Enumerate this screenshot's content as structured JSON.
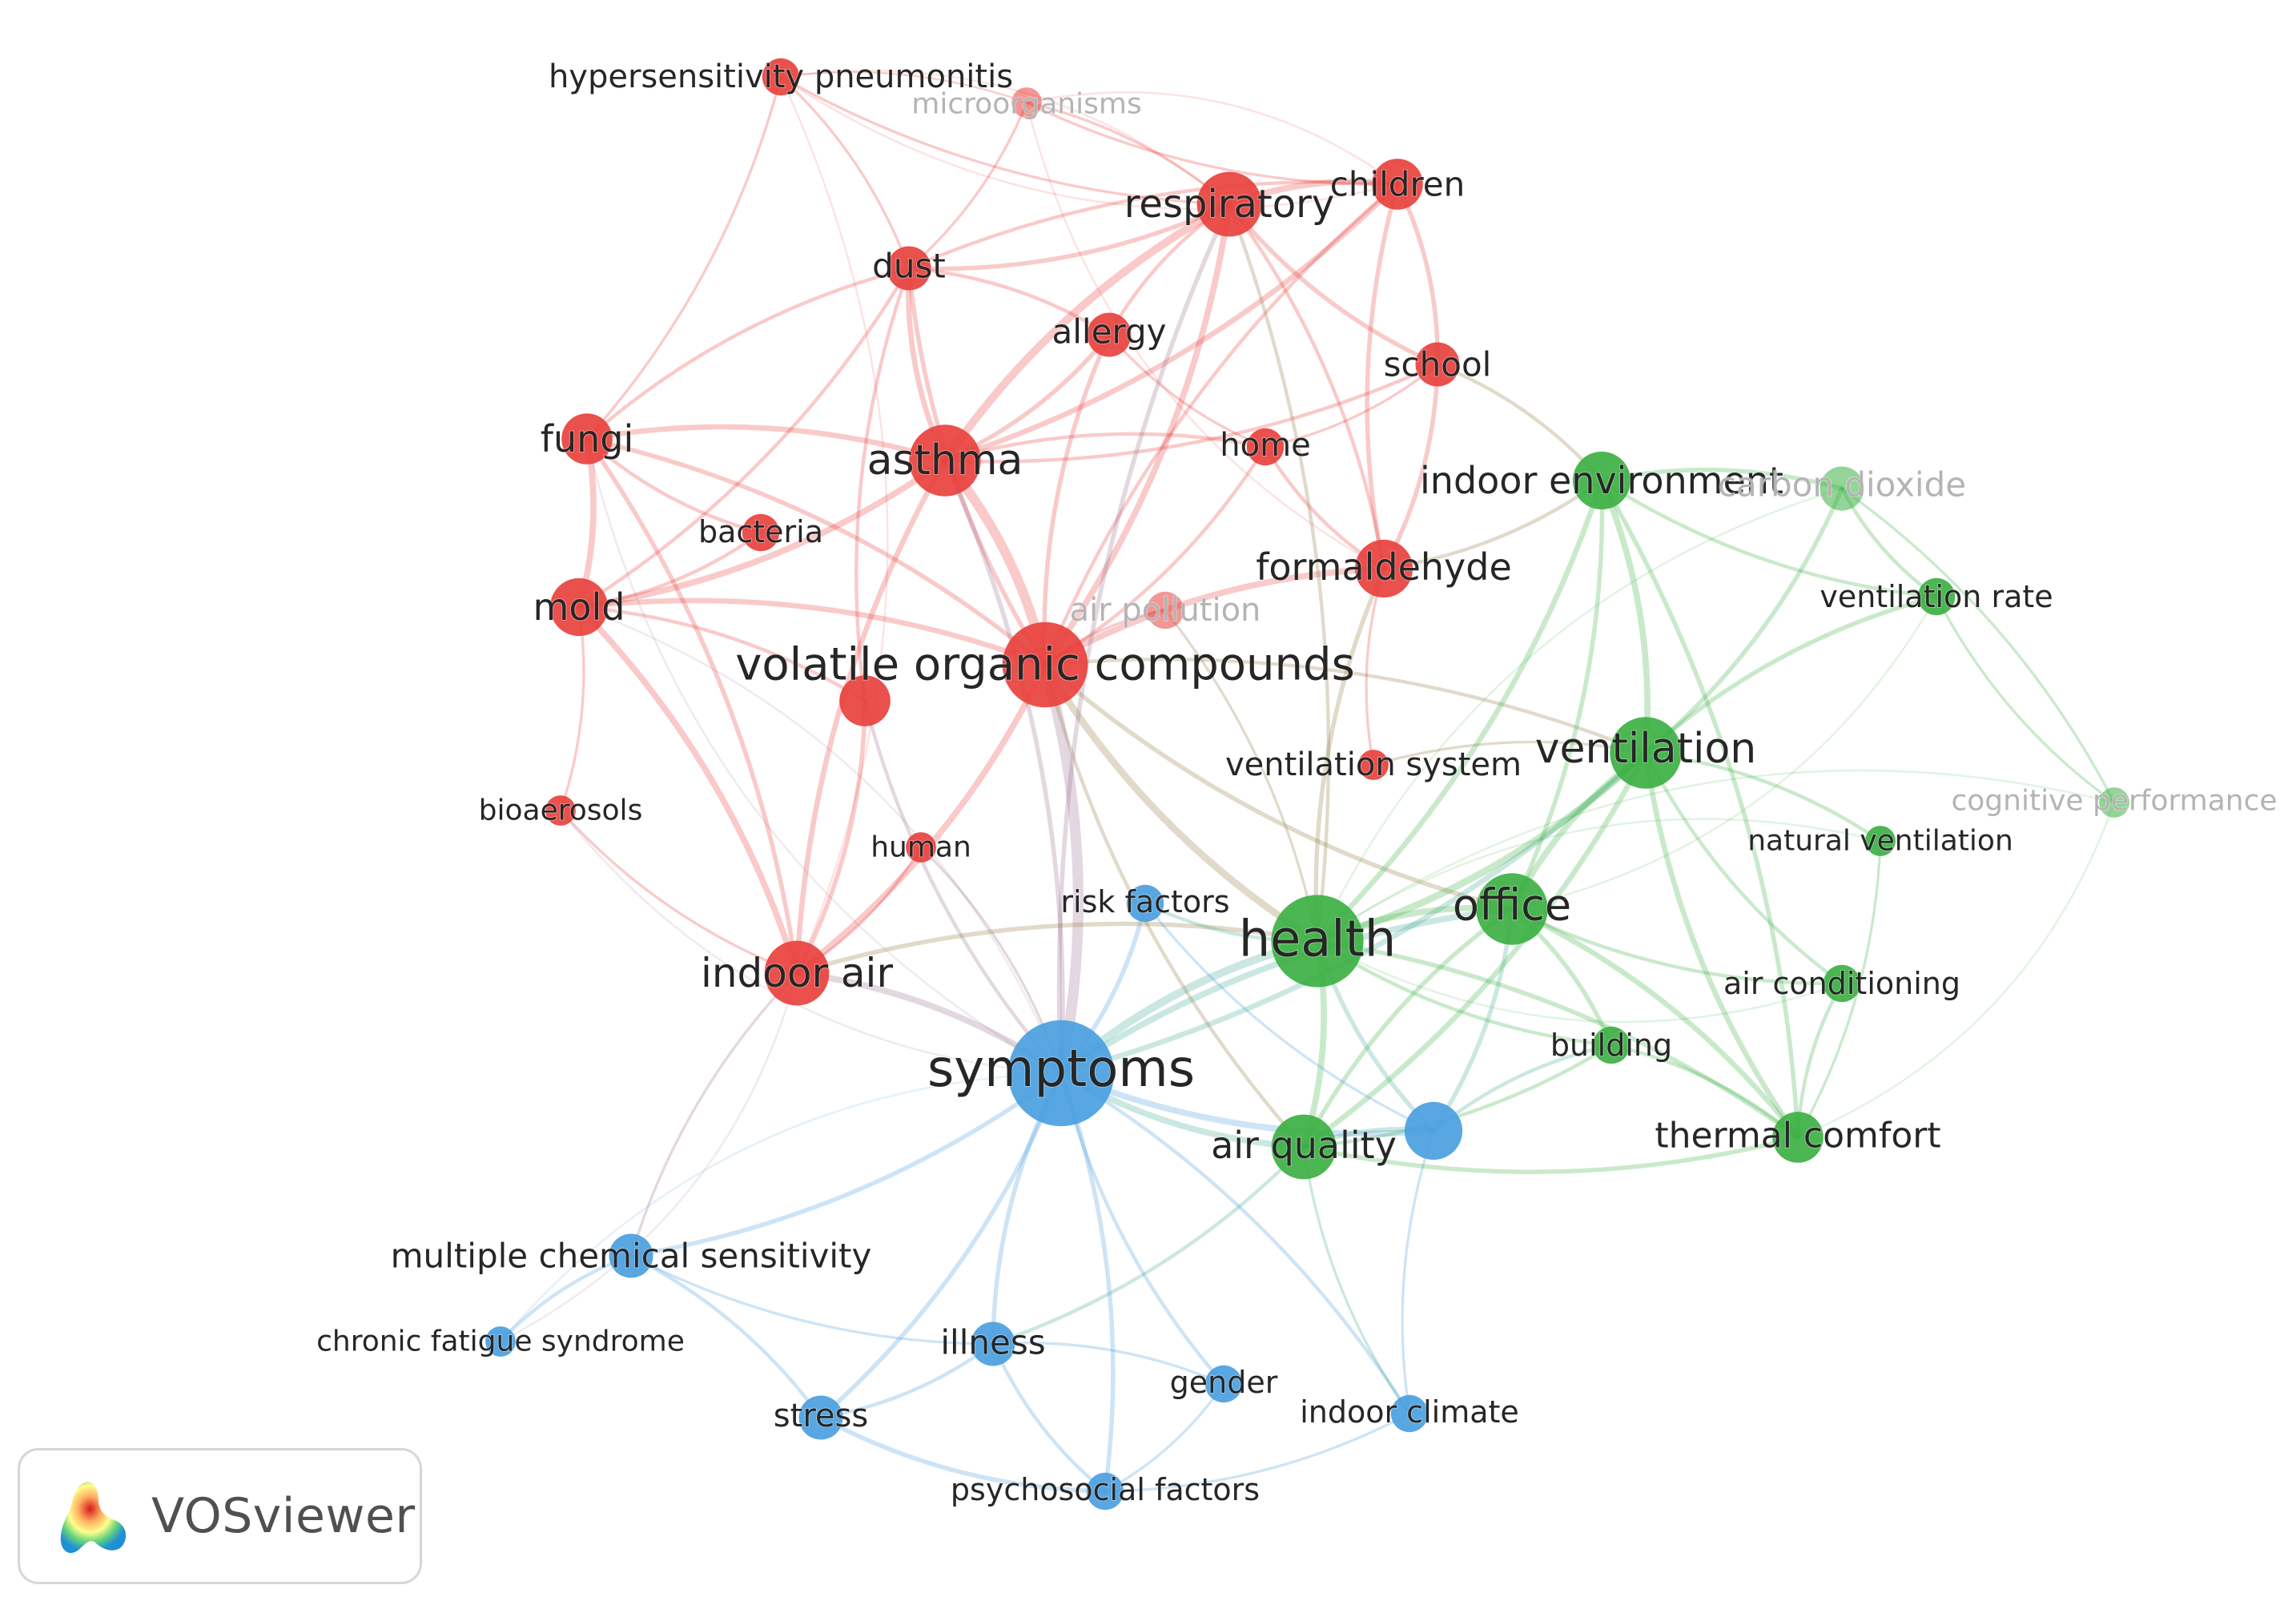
{
  "colors": {
    "cluster_red": "#e8413d",
    "cluster_green": "#3cb043",
    "cluster_blue": "#4a9fe0",
    "label_dark": "#262626",
    "label_faint": "#b4b4b4"
  },
  "logo": {
    "text": "VOSviewer",
    "icon": "vosviewer-logo-icon"
  },
  "nodes": [
    {
      "id": "hp",
      "label": "hypersensitivity pneumonitis",
      "cluster": "red",
      "size": 4,
      "faded": false
    },
    {
      "id": "micro",
      "label": "microorganisms",
      "cluster": "red",
      "size": 3,
      "faded": true
    },
    {
      "id": "resp",
      "label": "respiratory",
      "cluster": "red",
      "size": 8,
      "faded": false
    },
    {
      "id": "children",
      "label": "children",
      "cluster": "red",
      "size": 6,
      "faded": false
    },
    {
      "id": "dust",
      "label": "dust",
      "cluster": "red",
      "size": 5,
      "faded": false
    },
    {
      "id": "allergy",
      "label": "allergy",
      "cluster": "red",
      "size": 5,
      "faded": false
    },
    {
      "id": "school",
      "label": "school",
      "cluster": "red",
      "size": 5,
      "faded": false
    },
    {
      "id": "fungi",
      "label": "fungi",
      "cluster": "red",
      "size": 6,
      "faded": false
    },
    {
      "id": "asthma",
      "label": "asthma",
      "cluster": "red",
      "size": 9,
      "faded": false
    },
    {
      "id": "home",
      "label": "home",
      "cluster": "red",
      "size": 4,
      "faded": false
    },
    {
      "id": "bacteria",
      "label": "bacteria",
      "cluster": "red",
      "size": 4,
      "faded": false
    },
    {
      "id": "formaldehyde",
      "label": "formaldehyde",
      "cluster": "red",
      "size": 7,
      "faded": false
    },
    {
      "id": "mold",
      "label": "mold",
      "cluster": "red",
      "size": 7,
      "faded": false
    },
    {
      "id": "airpoll",
      "label": "air pollution",
      "cluster": "red",
      "size": 4,
      "faded": true
    },
    {
      "id": "voc",
      "label": "volatile organic compounds",
      "cluster": "red",
      "size": 11,
      "faded": false
    },
    {
      "id": "anon",
      "label": "",
      "cluster": "red",
      "size": 6,
      "faded": false
    },
    {
      "id": "bioaerosols",
      "label": "bioaerosols",
      "cluster": "red",
      "size": 3,
      "faded": false
    },
    {
      "id": "human",
      "label": "human",
      "cluster": "red",
      "size": 3,
      "faded": false
    },
    {
      "id": "indoorair",
      "label": "indoor air",
      "cluster": "red",
      "size": 8,
      "faded": false
    },
    {
      "id": "ventsys",
      "label": "ventilation system",
      "cluster": "red",
      "size": 3,
      "faded": false
    },
    {
      "id": "indoorenv",
      "label": "indoor environment",
      "cluster": "green",
      "size": 7,
      "faded": false
    },
    {
      "id": "co2",
      "label": "carbon dioxide",
      "cluster": "green",
      "size": 5,
      "faded": true
    },
    {
      "id": "ventrate",
      "label": "ventilation rate",
      "cluster": "green",
      "size": 4,
      "faded": false
    },
    {
      "id": "ventilation",
      "label": "ventilation",
      "cluster": "green",
      "size": 9,
      "faded": false
    },
    {
      "id": "cognitive",
      "label": "cognitive performance",
      "cluster": "green",
      "size": 3,
      "faded": true
    },
    {
      "id": "natvent",
      "label": "natural ventilation",
      "cluster": "green",
      "size": 3,
      "faded": false
    },
    {
      "id": "office",
      "label": "office",
      "cluster": "green",
      "size": 9,
      "faded": false
    },
    {
      "id": "health",
      "label": "health",
      "cluster": "green",
      "size": 12,
      "faded": false
    },
    {
      "id": "aircond",
      "label": "air conditioning",
      "cluster": "green",
      "size": 4,
      "faded": false
    },
    {
      "id": "building",
      "label": "building",
      "cluster": "green",
      "size": 4,
      "faded": false
    },
    {
      "id": "thermal",
      "label": "thermal comfort",
      "cluster": "green",
      "size": 6,
      "faded": false
    },
    {
      "id": "airquality",
      "label": "air quality",
      "cluster": "green",
      "size": 8,
      "faded": false
    },
    {
      "id": "risk",
      "label": "risk factors",
      "cluster": "blue",
      "size": 4,
      "faded": false
    },
    {
      "id": "symptoms",
      "label": "symptoms",
      "cluster": "blue",
      "size": 14,
      "faded": false
    },
    {
      "id": "sbs",
      "label": "",
      "cluster": "blue",
      "size": 7,
      "faded": false
    },
    {
      "id": "mcs",
      "label": "multiple chemical sensitivity",
      "cluster": "blue",
      "size": 5,
      "faded": false
    },
    {
      "id": "cfs",
      "label": "chronic fatigue syndrome",
      "cluster": "blue",
      "size": 3,
      "faded": false
    },
    {
      "id": "illness",
      "label": "illness",
      "cluster": "blue",
      "size": 5,
      "faded": false
    },
    {
      "id": "stress",
      "label": "stress",
      "cluster": "blue",
      "size": 5,
      "faded": false
    },
    {
      "id": "gender",
      "label": "gender",
      "cluster": "blue",
      "size": 4,
      "faded": false
    },
    {
      "id": "indoorclimate",
      "label": "indoor climate",
      "cluster": "blue",
      "size": 4,
      "faded": false
    },
    {
      "id": "psycho",
      "label": "psychosocial factors",
      "cluster": "blue",
      "size": 4,
      "faded": false
    }
  ]
}
